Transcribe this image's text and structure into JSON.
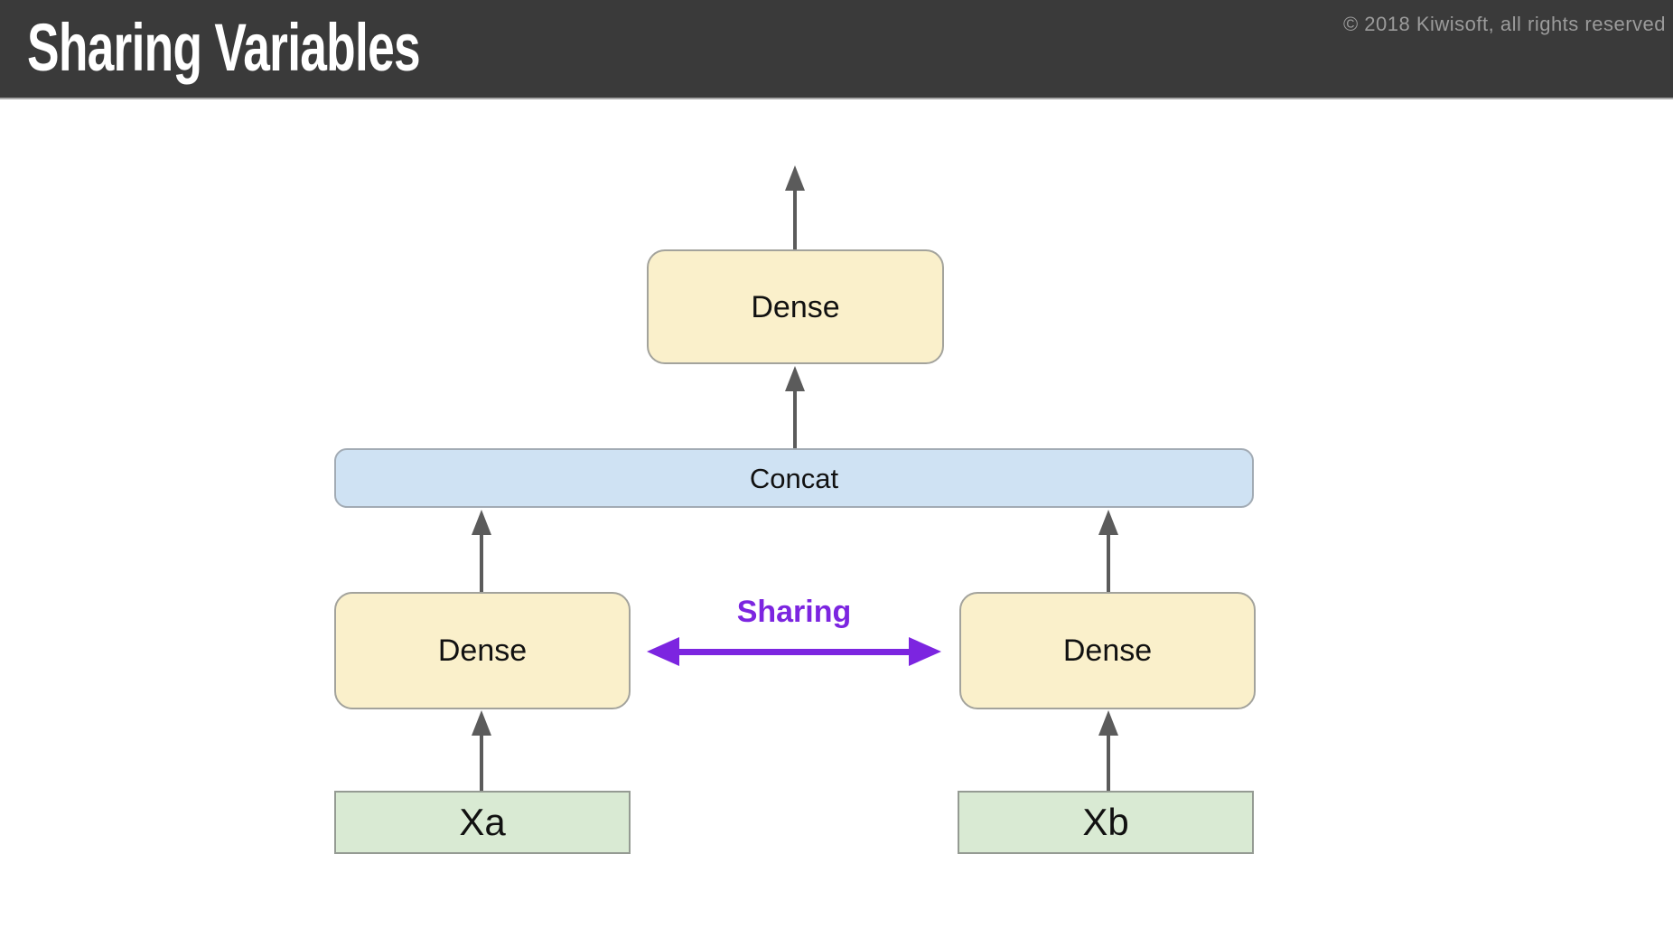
{
  "header": {
    "title": "Sharing Variables",
    "copyright": "© 2018 Kiwisoft, all rights reserved",
    "bg_color": "#3a3a3a",
    "title_color": "#ffffff",
    "copyright_color": "#9b9b9b"
  },
  "diagram": {
    "type": "flow",
    "nodes": [
      {
        "id": "dense-top",
        "label": "Dense",
        "shape": "rounded-rect",
        "fill": "#faf0cb"
      },
      {
        "id": "concat",
        "label": "Concat",
        "shape": "rounded-rect",
        "fill": "#cfe2f3"
      },
      {
        "id": "dense-left",
        "label": "Dense",
        "shape": "rounded-rect",
        "fill": "#faf0cb"
      },
      {
        "id": "dense-right",
        "label": "Dense",
        "shape": "rounded-rect",
        "fill": "#faf0cb"
      },
      {
        "id": "xa",
        "label": "Xa",
        "shape": "rect",
        "fill": "#d9ead3"
      },
      {
        "id": "xb",
        "label": "Xb",
        "shape": "rect",
        "fill": "#d9ead3"
      }
    ],
    "edges": [
      {
        "from": "xa",
        "to": "dense-left"
      },
      {
        "from": "xb",
        "to": "dense-right"
      },
      {
        "from": "dense-left",
        "to": "concat"
      },
      {
        "from": "dense-right",
        "to": "concat"
      },
      {
        "from": "concat",
        "to": "dense-top"
      },
      {
        "from": "dense-top",
        "to": "output"
      }
    ],
    "sharing": {
      "label": "Sharing",
      "color": "#7c25e0",
      "between": [
        "dense-left",
        "dense-right"
      ]
    },
    "arrow_color": "#5b5b5b"
  }
}
